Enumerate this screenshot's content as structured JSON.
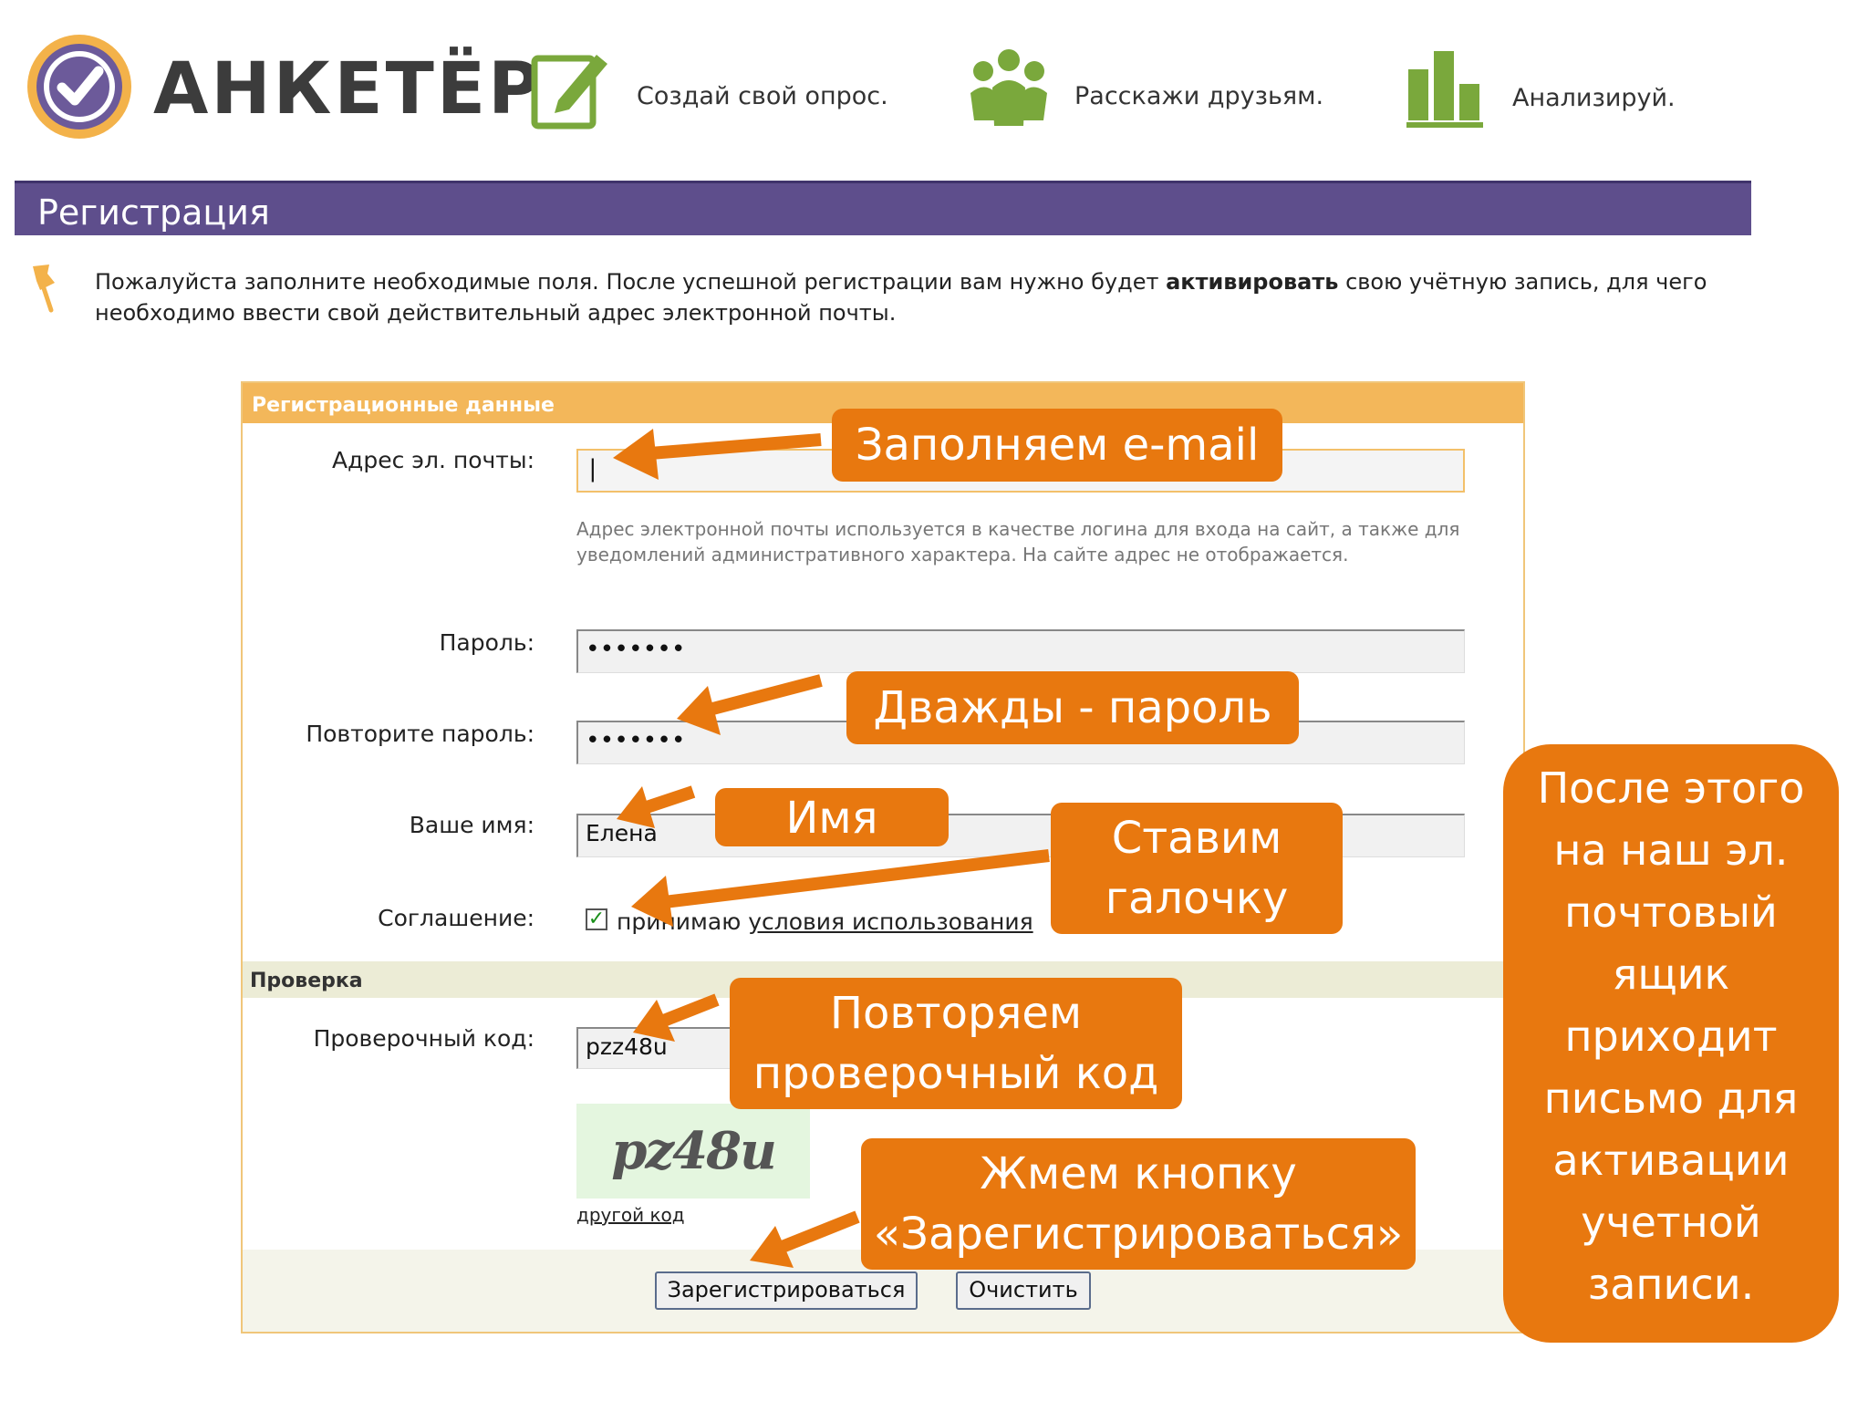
{
  "header": {
    "brand": "АНКЕТЁР",
    "steps": [
      {
        "icon": "edit-icon",
        "label": "Создай свой опрос."
      },
      {
        "icon": "people-icon",
        "label": "Расскажи друзьям."
      },
      {
        "icon": "bar-chart-icon",
        "label": "Анализируй."
      }
    ]
  },
  "page_title": "Регистрация",
  "intro": {
    "before": "Пожалуйста заполните необходимые поля. После успешной регистрации вам нужно будет ",
    "bold": "активировать",
    "after": " свою учётную запись, для чего необходимо ввести свой действительный адрес электронной почты."
  },
  "form": {
    "section_registration": "Регистрационные данные",
    "email_label": "Адрес эл. почты:",
    "email_value": "|",
    "email_hint": "Адрес электронной почты используется в качестве логина для входа на сайт, а также для уведомлений административного характера. На сайте адрес не отображается.",
    "password_label": "Пароль:",
    "password_value": "•••••••",
    "password_repeat_label": "Повторите пароль:",
    "password_repeat_value": "•••••••",
    "name_label": "Ваше имя:",
    "name_value": "Елена",
    "agreement_label": "Соглашение:",
    "agreement_checked": true,
    "agreement_text": "принимаю ",
    "agreement_link": "условия использования",
    "section_check": "Проверка",
    "code_label": "Проверочный код:",
    "code_value": "pzz48u",
    "captcha_text": "pz48u",
    "other_code_link": "другой код",
    "register_button": "Зарегистрироваться",
    "clear_button": "Очистить"
  },
  "callouts": {
    "email": "Заполняем e-mail",
    "password": "Дважды - пароль",
    "name": "Имя",
    "checkbox_line1": "Ставим",
    "checkbox_line2": "галочку",
    "code_line1": "Повторяем",
    "code_line2": "проверочный код",
    "button_line1": "Жмем кнопку",
    "button_line2": "«Зарегистрироваться»",
    "after_lines": [
      "После этого",
      "на наш эл.",
      "почтовый",
      "ящик",
      "приходит",
      "письмо для",
      "активации",
      "учетной",
      "записи."
    ]
  },
  "colors": {
    "accent_orange": "#e8780f",
    "header_purple": "#5e4e8c",
    "section_orange": "#f3b75a",
    "icon_green": "#7aa83c"
  }
}
